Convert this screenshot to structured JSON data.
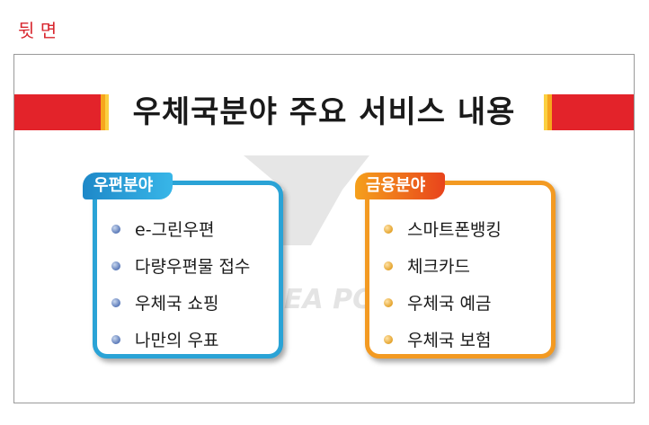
{
  "page_label": "뒷 면",
  "title": "우체국분야 주요 서비스 내용",
  "watermark_text": "EA PO",
  "colors": {
    "red": "#e3232a",
    "orange": "#f39a22",
    "blue": "#2aa3d6"
  },
  "panels": [
    {
      "tag": "우편분야",
      "items": [
        "e-그린우편",
        "다량우편물 접수",
        "우체국 쇼핑",
        "나만의 우표"
      ]
    },
    {
      "tag": "금융분야",
      "items": [
        "스마트폰뱅킹",
        "체크카드",
        "우체국 예금",
        "우체국 보험"
      ]
    }
  ]
}
